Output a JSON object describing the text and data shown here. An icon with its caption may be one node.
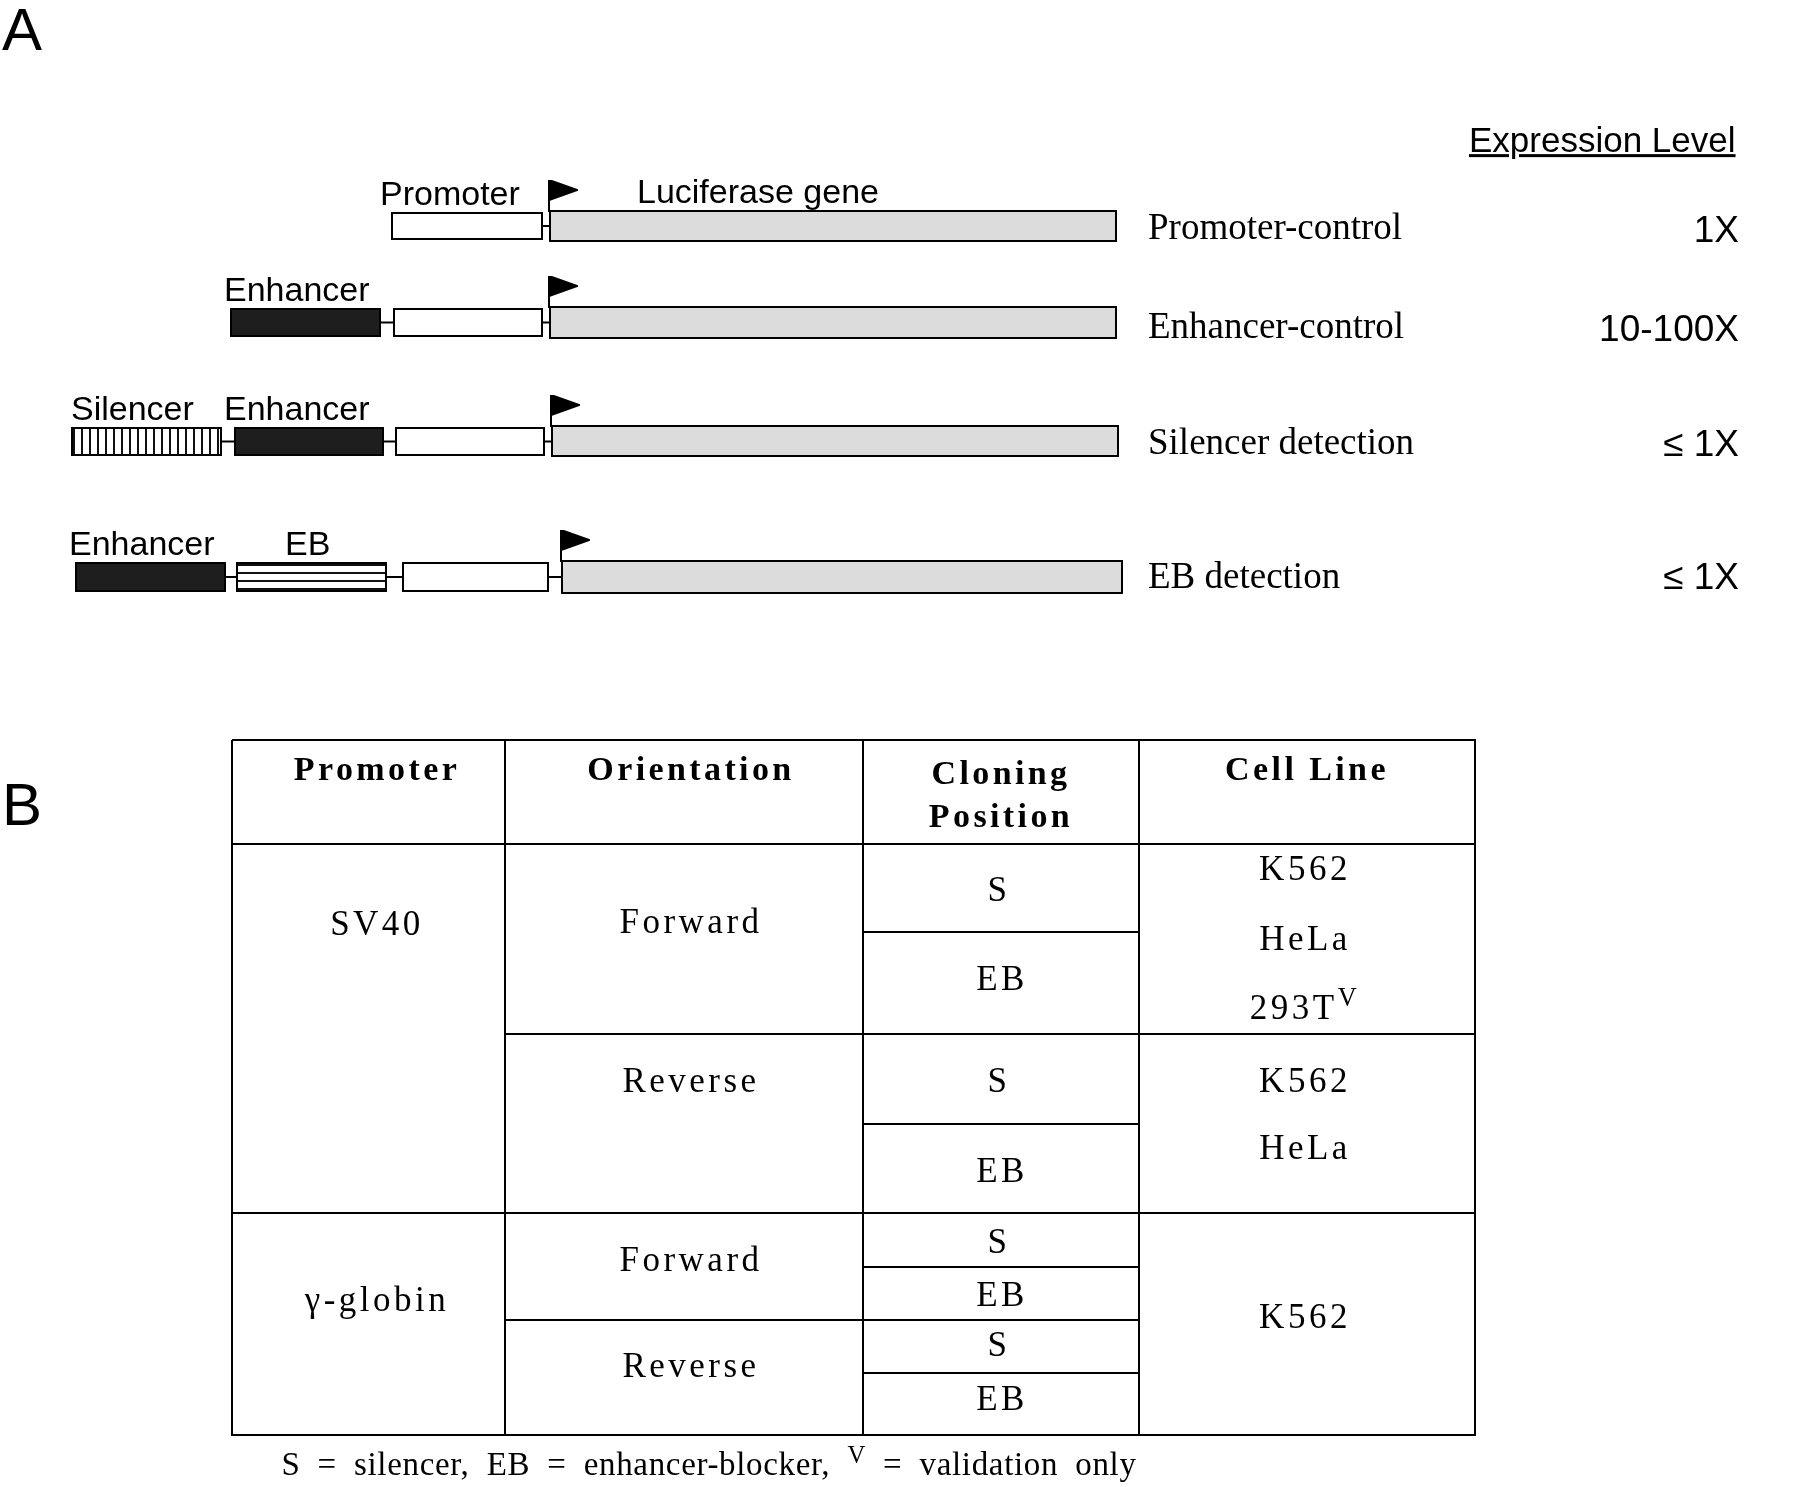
{
  "diagram": {
    "caption": "S = silencer, EB = enhancer-blocker, $^{V}$ = validation only",
    "nodes": [
      {
        "text": [
          "Promoter"
        ]
      },
      {
        "text": [
          "Luciferase gene"
        ]
      },
      {
        "text": [
          "Enhancer"
        ]
      },
      {
        "text": [],
        "shape": "box"
      },
      {
        "text": [],
        "shape": "bar"
      },
      {
        "text": [
          "Silencer"
        ]
      },
      {
        "text": [
          "Enhancer"
        ]
      },
      {
        "text": [],
        "shape": "box"
      },
      {
        "text": [],
        "shape": "bar"
      },
      {
        "text": [
          "Enhancer"
        ]
      },
      {
        "text": [
          "EB"
        ]
      },
      {
        "text": [],
        "shape": "box"
      },
      {
        "text": [],
        "shape": "bar"
      }
    ],
    "edges": [
      {
        "from": 0,
        "to": 1,
        "arrow": "none"
      },
      {
        "from": 2,
        "to": 3,
        "arrow": "none"
      },
      {
        "from": 3,
        "to": 4,
        "arrow": "none"
      },
      {
        "from": 5,
        "to": 6,
        "arrow": "none"
      },
      {
        "from": 6,
        "to": 7,
        "arrow": "none"
      },
      {
        "from": 7,
        "to": 8,
        "arrow": "none"
      },
      {
        "from": 9,
        "to": 10,
        "arrow": "none"
      },
      {
        "from": 10,
        "to": 11,
        "arrow": "none"
      },
      {
        "from": 11,
        "to": 12,
        "arrow": "none"
      }
    ],
    "labels": [
      "A",
      "Expression Level",
      "Promoter-control",
      "1X",
      "Enhancer-control",
      "10-100X",
      "Silencer detection",
      "≤ 1X",
      "EB detection",
      "≤ 1X",
      "B",
      "Promoter",
      "Orientation",
      "Cloning Position",
      "Cell Line",
      "SV40",
      "Forward",
      "S",
      "K562",
      "HeLa",
      "293T$^{V}$",
      "EB",
      "Reverse",
      "S",
      "K562",
      "HeLa",
      "EB",
      "γ-globin",
      "Forward",
      "S",
      "K562",
      "EB",
      "Reverse",
      "S",
      "EB"
    ]
  }
}
